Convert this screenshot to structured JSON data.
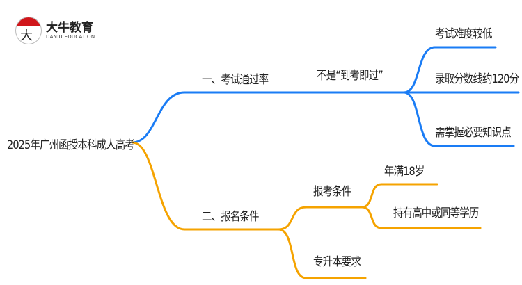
{
  "logo": {
    "mark": "大牛",
    "name_cn": "大牛教育",
    "name_en": "DANIU EDUCATION"
  },
  "colors": {
    "blue": "#1a7cf5",
    "orange": "#f5a300"
  },
  "root": "2025年广州函授本科成人高考",
  "branch1": {
    "label": "一、考试通过率",
    "child": "不是“到考即过”",
    "leaves": [
      "考试难度较低",
      "录取分数线约120分",
      "需掌握必要知识点"
    ]
  },
  "branch2": {
    "label": "二、报名条件",
    "sub1": {
      "label": "报考条件",
      "leaves": [
        "年满18岁",
        "持有高中或同等学历"
      ]
    },
    "sub2": {
      "label": "专升本要求"
    }
  }
}
